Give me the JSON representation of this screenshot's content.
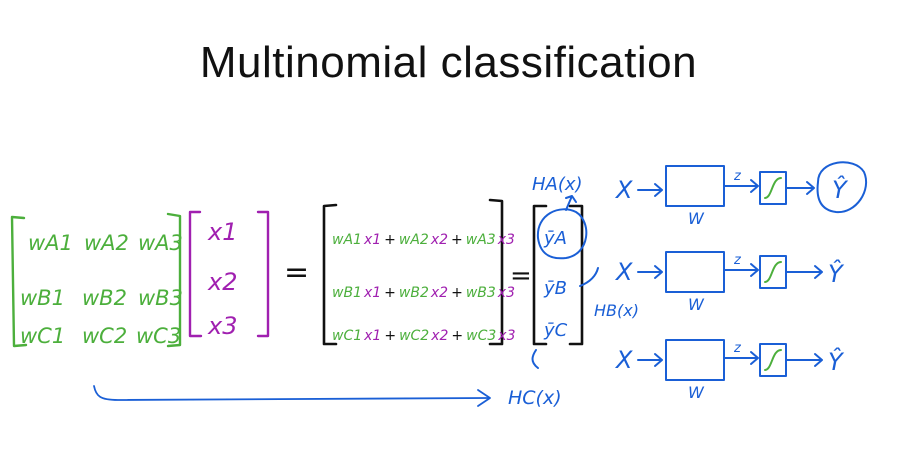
{
  "title": "Multinomial classification",
  "colors": {
    "weights": "#4caf3c",
    "inputs": "#a020b0",
    "ink": "#111111",
    "network": "#1a5fd6"
  },
  "weight_matrix": [
    [
      "wA1",
      "wA2",
      "wA3"
    ],
    [
      "wB1",
      "wB2",
      "wB3"
    ],
    [
      "wC1",
      "wC2",
      "wC3"
    ]
  ],
  "input_vector": [
    "x1",
    "x2",
    "x3"
  ],
  "equals_sign": "=",
  "product_rows": [
    [
      {
        "w": "wA1",
        "x": "x1"
      },
      {
        "w": "wA2",
        "x": "x2"
      },
      {
        "w": "wA3",
        "x": "x3"
      }
    ],
    [
      {
        "w": "wB1",
        "x": "x1"
      },
      {
        "w": "wB2",
        "x": "x2"
      },
      {
        "w": "wB3",
        "x": "x3"
      }
    ],
    [
      {
        "w": "wC1",
        "x": "x1"
      },
      {
        "w": "wC2",
        "x": "x2"
      },
      {
        "w": "wC3",
        "x": "x3"
      }
    ]
  ],
  "plus_sign": "+",
  "outputs": [
    "ȳA",
    "ȳB",
    "ȳC"
  ],
  "hypotheses": {
    "a": "HA(x)",
    "b": "HB(x)",
    "c": "HC(x)"
  },
  "network": {
    "input_label": "X",
    "box_label": "W",
    "edge_label": "z",
    "output_label": "Ŷ"
  }
}
